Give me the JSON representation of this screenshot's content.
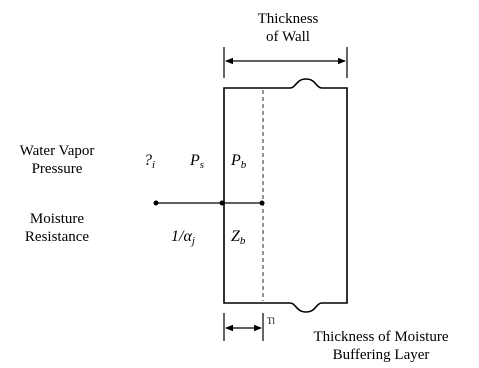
{
  "labels": {
    "thickness_of_wall_line1": "Thickness",
    "thickness_of_wall_line2": "of Wall",
    "water_vapor_line1": "Water Vapor",
    "water_vapor_line2": "Pressure",
    "moisture_resistance_line1": "Moisture",
    "moisture_resistance_line2": "Resistance",
    "buffering_layer_line1": "Thickness of Moisture",
    "buffering_layer_line2": "Buffering Layer"
  },
  "symbols": {
    "p_i": {
      "main": "?",
      "sub": "i"
    },
    "p_s": {
      "main": "P",
      "sub": "s"
    },
    "p_b": {
      "main": "P",
      "sub": "b"
    },
    "resistance_surface": {
      "main": "1/α",
      "sub": "j"
    },
    "z_b": {
      "main": "Z",
      "sub": "b"
    },
    "thickness_mark": "Tl"
  },
  "colors": {
    "line": "#000000",
    "dashed": "#666666"
  }
}
